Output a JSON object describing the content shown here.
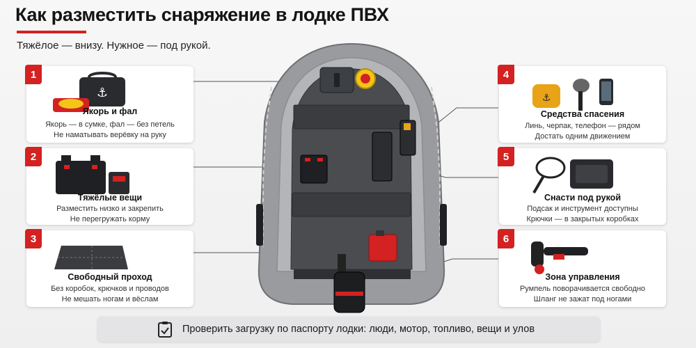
{
  "header": {
    "title": "Как разместить снаряжение в лодке ПВХ",
    "subtitle": "Тяжёлое — внизу. Нужное — под рукой."
  },
  "cards": [
    {
      "number": "1",
      "title": "Якорь и фал",
      "lines": [
        "Якорь — в сумке, фал — без петель",
        "Не наматывать верёвку на руку"
      ]
    },
    {
      "number": "2",
      "title": "Тяжёлые вещи",
      "lines": [
        "Разместить низко и закрепить",
        "Не перегружать корму"
      ]
    },
    {
      "number": "3",
      "title": "Свободный проход",
      "lines": [
        "Без коробок, крючков и проводов",
        "Не мешать ногам и вёслам"
      ]
    },
    {
      "number": "4",
      "title": "Средства спасения",
      "lines": [
        "Линь, черпак, телефон — рядом",
        "Достать одним движением"
      ]
    },
    {
      "number": "5",
      "title": "Снасти под рукой",
      "lines": [
        "Подсак и инструмент доступны",
        "Крючки — в закрытых коробках"
      ]
    },
    {
      "number": "6",
      "title": "Зона управления",
      "lines": [
        "Румпель поворачивается свободно",
        "Шланг не зажат под ногами"
      ]
    }
  ],
  "footer": {
    "icon": "clipboard-check-icon",
    "text": "Проверить загрузку по паспорту лодки: люди, мотор, топливо, вещи и улов"
  },
  "colors": {
    "accent": "#d42121",
    "boat_hull": "#9a9b9e",
    "floor": "#4a4c50"
  }
}
